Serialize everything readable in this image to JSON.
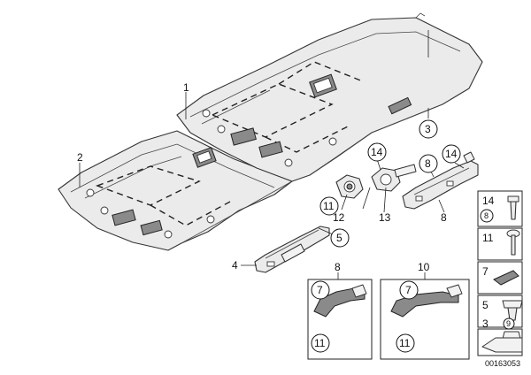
{
  "callouts": {
    "c1": "1",
    "c2": "2",
    "c3": "3",
    "c4": "4",
    "c5": "5",
    "c8a": "8",
    "c8b": "8",
    "c8c": "8",
    "c10": "10",
    "c11": "11",
    "c12": "12",
    "c13": "13",
    "c14a": "14",
    "c14b": "14",
    "c7a": "7",
    "c7b": "7",
    "c11a": "11",
    "c11b": "11"
  },
  "legend": {
    "r14": "14",
    "r14sub": "8",
    "r11": "11",
    "r7": "7",
    "r5": "5",
    "r3": "3",
    "r3sub": "9"
  },
  "diagram_id": "00163053"
}
